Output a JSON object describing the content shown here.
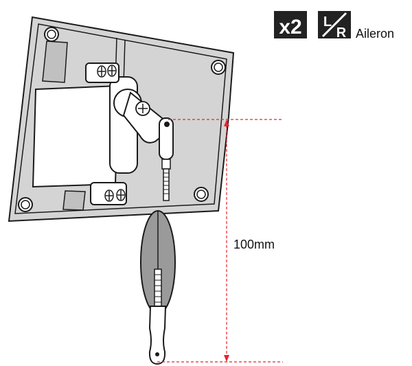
{
  "header": {
    "quantity_badge": "x2",
    "side_badge_left": "L",
    "side_badge_right": "R",
    "part_label": "Aileron"
  },
  "dimension": {
    "label": "100mm",
    "line_color": "#e8232a"
  },
  "colors": {
    "badge_bg": "#222222",
    "plate_fill": "#d4d4d4",
    "servo_fill": "#ffffff",
    "outline": "#1a1a1a",
    "horn_fill": "#9a9a9a"
  },
  "icons": [
    "quantity-badge-icon",
    "left-right-badge-icon",
    "screw-icon",
    "clevis-icon",
    "control-horn-icon"
  ]
}
